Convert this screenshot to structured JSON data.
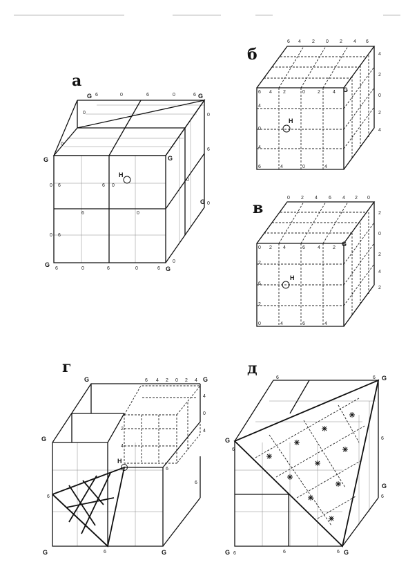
{
  "panels": {
    "a": {
      "letter": "а",
      "g_label": "G",
      "h_label": "H",
      "num_zero": "0",
      "num_six": "6"
    },
    "b": {
      "letter": "б",
      "g_label": "G",
      "h_label": "H",
      "num_zero": "0",
      "num_two": "2",
      "num_four": "4",
      "num_six": "6"
    },
    "v": {
      "letter": "в",
      "g_label": "G",
      "h_label": "H",
      "num_zero": "0",
      "num_two": "2",
      "num_four": "4",
      "num_six": "6"
    },
    "g": {
      "letter": "г",
      "g_label": "G",
      "h_label": "H",
      "num_zero": "0",
      "num_two": "2",
      "num_four": "4",
      "num_six": "6"
    },
    "d": {
      "letter": "д",
      "g_label": "G",
      "num_six": "6"
    }
  }
}
